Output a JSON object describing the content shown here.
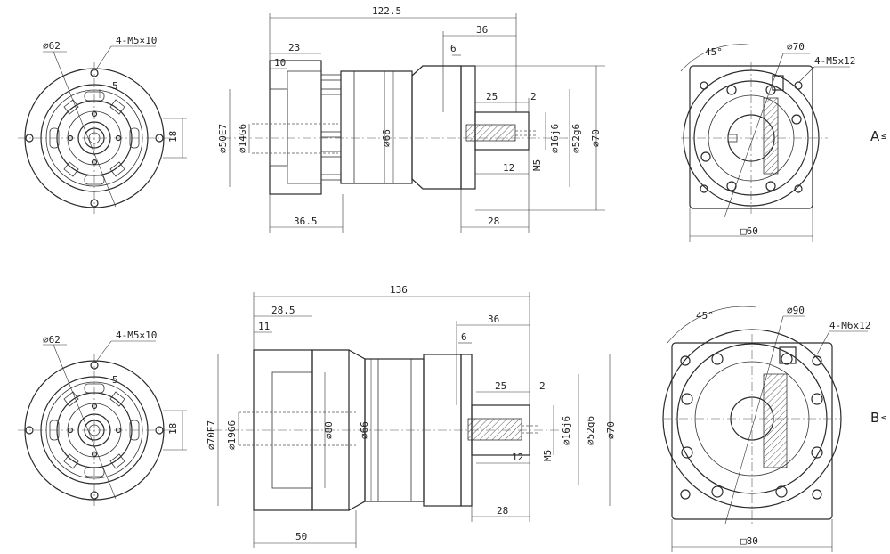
{
  "labels": {
    "a_top": "A",
    "b_bottom": "B"
  },
  "top": {
    "flange": {
      "dia": "⌀62",
      "holes": "4-M5×10",
      "five": "5",
      "eighteen": "18"
    },
    "side": {
      "total": "122.5",
      "d36": "36",
      "d23": "23",
      "d10": "10",
      "d6": "6",
      "d25": "25",
      "d2": "2",
      "d12": "12",
      "d36_5": "36.5",
      "d28": "28",
      "d50": "⌀50E7",
      "d14": "⌀14G6",
      "d66": "⌀66",
      "d16": "⌀16j6",
      "d52": "⌀52g6",
      "d70": "⌀70",
      "m5": "M5"
    },
    "end": {
      "angle": "45°",
      "dia": "⌀70",
      "holes": "4-M5x12",
      "square": "□60"
    }
  },
  "bottom": {
    "flange": {
      "dia": "⌀62",
      "holes": "4-M5×10",
      "five": "5",
      "eighteen": "18"
    },
    "side": {
      "total": "136",
      "d28_5": "28.5",
      "d11": "11",
      "d36": "36",
      "d6": "6",
      "d25": "25",
      "d2": "2",
      "d12": "12",
      "d28": "28",
      "d50": "50",
      "d70": "⌀70E7",
      "d19": "⌀19G6",
      "d80": "⌀80",
      "d66": "⌀66",
      "d16": "⌀16j6",
      "d52": "⌀52g6",
      "d70b": "⌀70",
      "m5": "M5"
    },
    "end": {
      "angle": "45°",
      "dia": "⌀90",
      "holes": "4-M6x12",
      "square": "□80"
    }
  }
}
